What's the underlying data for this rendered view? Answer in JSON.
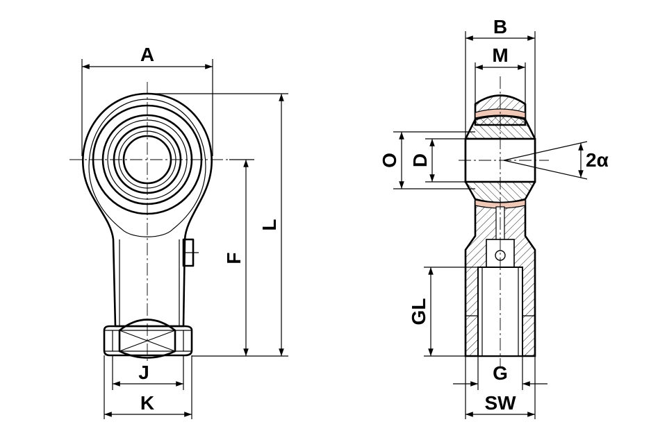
{
  "labels": {
    "A": "A",
    "B": "B",
    "M": "M",
    "O": "O",
    "D": "D",
    "two_alpha": "2α",
    "L": "L",
    "F": "F",
    "GL": "GL",
    "J": "J",
    "K": "K",
    "G": "G",
    "SW": "SW"
  },
  "colors": {
    "line": "#000000",
    "liner": "#f0c8b8",
    "background": "#ffffff"
  }
}
